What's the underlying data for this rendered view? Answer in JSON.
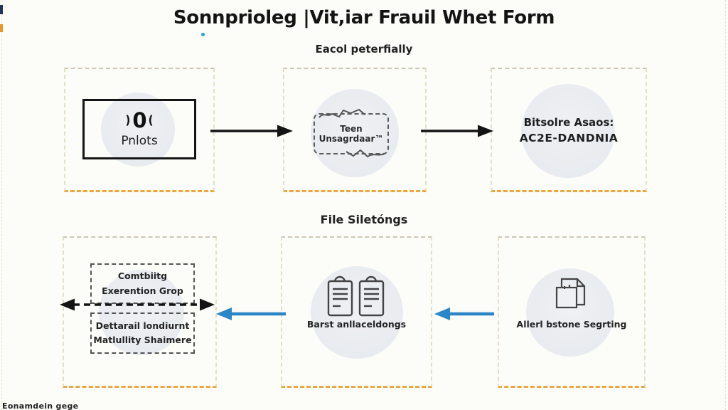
{
  "header": {
    "title": "Sonnprioleg |Vit,iar Frauil Whet Form",
    "subtitle": "Eacol peterfially"
  },
  "section_label": "File Siletóngs",
  "top_row": {
    "box1": {
      "label": "Pnlots",
      "icon": "coin-icon"
    },
    "box2": {
      "label": "Teen Unsagrdaar™",
      "icon": "torn-note-icon"
    },
    "box3": {
      "line1": "Bitsolre Asaos:",
      "line2": "AC2E-DANDNIA"
    }
  },
  "bottom_row": {
    "box1": {
      "top_note": {
        "line1": "Comtbiitg",
        "line2": "Exerention Grop"
      },
      "bottom_note": {
        "line1": "Dettarail londiurnt",
        "line2": "Matlullity Shaimere"
      }
    },
    "box2": {
      "label": "Barst anllaceldongs",
      "icon": "clipboards-icon"
    },
    "box3": {
      "label": "Allerl bstone Segrting",
      "icon": "copy-pages-icon"
    }
  },
  "footer": {
    "caption": "Eonamdein gege"
  },
  "colors": {
    "background": "#fcfcf9",
    "arrow_black": "#141414",
    "arrow_blue": "#2a86c7",
    "dash_orange": "#eda63a",
    "dash_tan": "#e6dfc8",
    "circle_gray": "#e9ecef",
    "navy_mark": "#23355c",
    "accent_dot": "#2a9fd8"
  }
}
